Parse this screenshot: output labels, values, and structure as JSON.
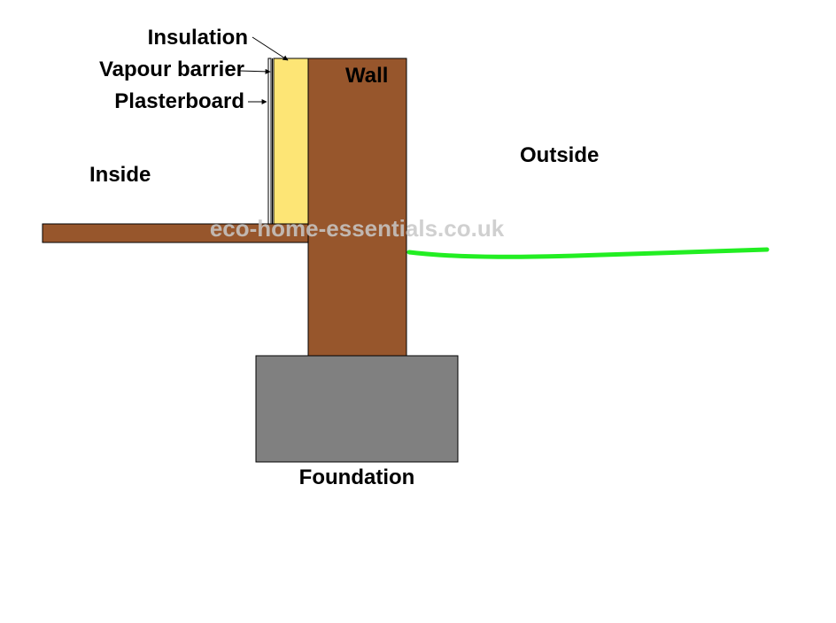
{
  "labels": {
    "insulation": "Insulation",
    "vapour_barrier": "Vapour barrier",
    "plasterboard": "Plasterboard",
    "wall": "Wall",
    "inside": "Inside",
    "outside": "Outside",
    "foundation": "Foundation"
  },
  "watermark": "eco-home-essentials.co.uk",
  "colors": {
    "wall": "#97562c",
    "floor_slab": "#97562c",
    "insulation": "#fde575",
    "plasterboard": "#ffffff",
    "vapour_barrier": "#ffffff",
    "foundation": "#808080",
    "ground_line": "#22ee22",
    "outline": "#000000",
    "watermark": "#c8c8c8"
  }
}
